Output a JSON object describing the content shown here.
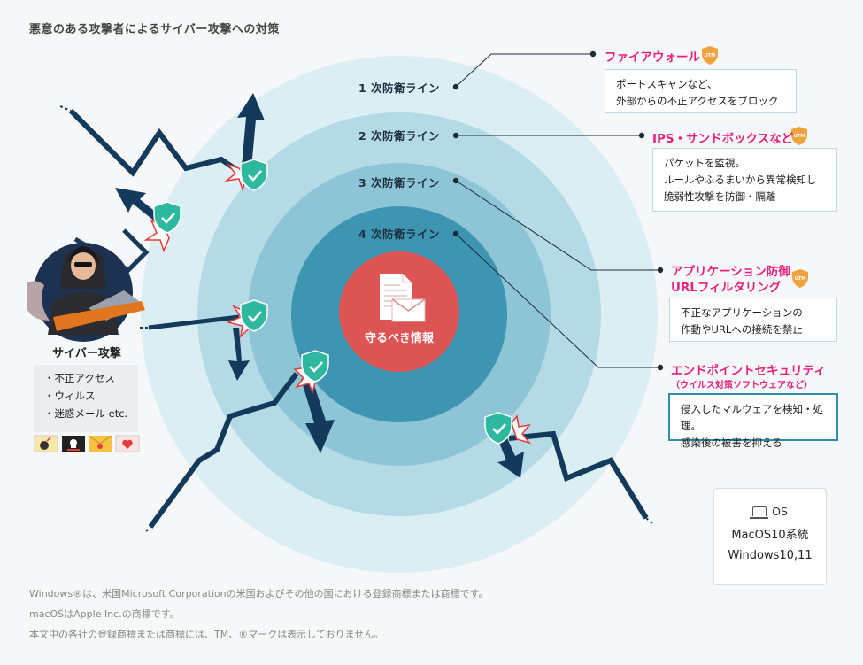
{
  "title": "悪意のある攻撃者によるサイバー攻撃への対策",
  "rings": [
    {
      "label": "1 次防衛ライン"
    },
    {
      "label": "2 次防衛ライン"
    },
    {
      "label": "3 次防衛ライン"
    },
    {
      "label": "4 次防衛ライン"
    }
  ],
  "center": {
    "label": "守るべき情報"
  },
  "defenses": [
    {
      "title": "ファイアウォール",
      "badge": "UTM",
      "description": [
        "ポートスキャンなど、",
        "外部からの不正アクセスをブロック"
      ]
    },
    {
      "title": "IPS・サンドボックスなど",
      "badge": "UTM",
      "description": [
        "パケットを監視。",
        "ルールやふるまいから異常検知し",
        "脆弱性攻撃を防御・隔離"
      ]
    },
    {
      "title": "アプリケーション防御",
      "title2": "URLフィルタリング",
      "badge": "UTM",
      "description": [
        "不正なアプリケーションの",
        "作動やURLへの接続を禁止"
      ]
    },
    {
      "title": "エンドポイントセキュリティ",
      "subtitle": "（ウイルス対策ソフトウェアなど）",
      "description": [
        "侵入したマルウェアを検知・処理。",
        "感染後の被害を抑える"
      ]
    }
  ],
  "attacker": {
    "title": "サイバー攻撃",
    "items": [
      "不正アクセス",
      "ウィルス",
      "迷惑メール etc."
    ]
  },
  "os": {
    "heading": "OS",
    "items": [
      "MacOS10系統",
      "Windows10,11"
    ]
  },
  "footnotes": [
    "Windows®は、米国Microsoft Corporationの米国およびその他の国における登録商標または商標です。",
    "macOSはApple Inc.の商標です。",
    "本文中の各社の登録商標または商標には、TM、®マークは表示しておりません。"
  ],
  "colors": {
    "ring1": "#dbeef3",
    "ring2": "#b3dae5",
    "ring3": "#8dc5d6",
    "ring4": "#3d95b2",
    "center": "#dd5454",
    "accent": "#e6207d",
    "arrow": "#143a5b",
    "utm": "#f0a33c"
  },
  "icons": [
    "shield-check-icon",
    "document-icon",
    "mail-icon",
    "laptop-icon",
    "hacker-icon",
    "bomb-icon",
    "skull-monitor-icon",
    "warning-mail-icon",
    "heart-mail-icon"
  ]
}
